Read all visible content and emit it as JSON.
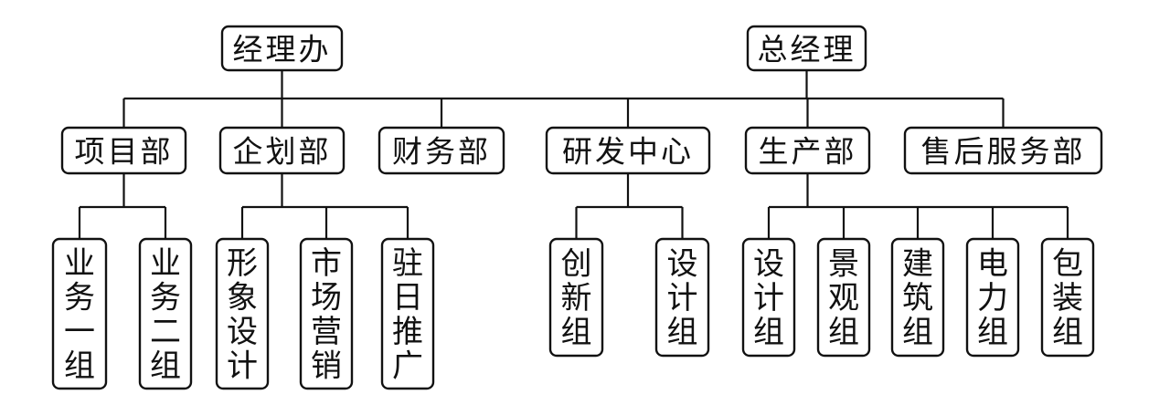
{
  "top": [
    {
      "id": "jlb",
      "label": "经理办"
    },
    {
      "id": "zjl",
      "label": "总经理"
    }
  ],
  "departments": [
    {
      "id": "xmb",
      "label": "项目部"
    },
    {
      "id": "qhb",
      "label": "企划部"
    },
    {
      "id": "cwb",
      "label": "财务部"
    },
    {
      "id": "yfzx",
      "label": "研发中心"
    },
    {
      "id": "scb",
      "label": "生产部"
    },
    {
      "id": "shfwb",
      "label": "售后服务部"
    }
  ],
  "groups": [
    {
      "id": "ywyz",
      "parent": "xmb",
      "label": "业务一组"
    },
    {
      "id": "ywez",
      "parent": "xmb",
      "label": "业务二组"
    },
    {
      "id": "xxsj",
      "parent": "qhb",
      "label": "形象设计"
    },
    {
      "id": "scyx",
      "parent": "qhb",
      "label": "市场营销"
    },
    {
      "id": "zrtg",
      "parent": "qhb",
      "label": "驻日推广"
    },
    {
      "id": "cxz",
      "parent": "yfzx",
      "label": "创新组"
    },
    {
      "id": "sjz1",
      "parent": "yfzx",
      "label": "设计组"
    },
    {
      "id": "sjz2",
      "parent": "scb",
      "label": "设计组"
    },
    {
      "id": "jgz",
      "parent": "scb",
      "label": "景观组"
    },
    {
      "id": "jzz",
      "parent": "scb",
      "label": "建筑组"
    },
    {
      "id": "dlz",
      "parent": "scb",
      "label": "电力组"
    },
    {
      "id": "bzz",
      "parent": "scb",
      "label": "包装组"
    }
  ],
  "colors": {
    "line": "#111111",
    "box_fill": "#ffffff",
    "text": "#111111"
  }
}
